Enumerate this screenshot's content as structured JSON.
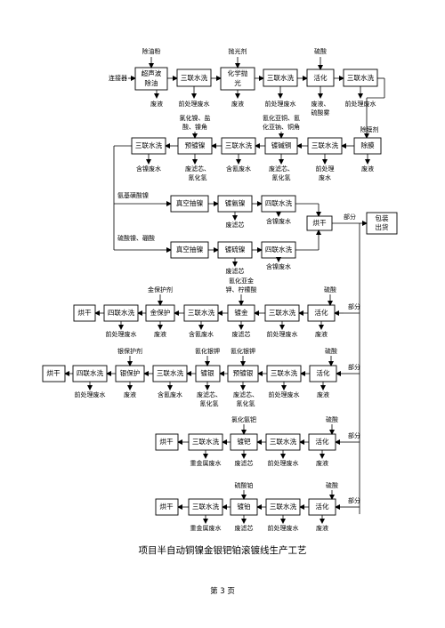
{
  "row1": {
    "start": "连接器",
    "boxes": [
      "超声波",
      "除油",
      "三联水洗",
      "化学抛",
      "光",
      "三联水洗",
      "活化",
      "三联水洗"
    ],
    "inputs": [
      "除油粉",
      "抛光剂",
      "硫酸"
    ],
    "wastes": [
      "废液",
      "前处理废水",
      "废液",
      "前处理废水",
      "废液、",
      "硫酸雾",
      "前处理废水"
    ]
  },
  "row2": {
    "boxes": [
      "三联水洗",
      "预镀镍",
      "三联水洗",
      "镀碱铜",
      "三联水洗",
      "除膜"
    ],
    "inputs": [
      "氯化镍、盐",
      "酸、镍角",
      "氰化亚铜、氰",
      "化亚钠、铜角",
      "除膜剂"
    ],
    "wastes": [
      "含镍废水",
      "废滤芯、",
      "氰化氢",
      "含氰废水",
      "废滤芯、",
      "氰化氢",
      "前处理",
      "废水",
      "废液"
    ]
  },
  "row3": {
    "branch_a": "氨基磺酸镍",
    "branch_b": "硫酸镍、硼酸",
    "boxes": [
      "真空抽镍",
      "镀氨镍",
      "四联水洗",
      "烘干",
      "包装",
      "出货",
      "真空抽镍",
      "镀硫镍",
      "四联水洗"
    ],
    "wastes": [
      "废滤芯",
      "含镍废水",
      "废滤芯",
      "含镍废水"
    ],
    "part": "部分"
  },
  "gold": {
    "boxes": [
      "烘干",
      "四联水洗",
      "金保护",
      "三联水洗",
      "镀金",
      "三联水洗",
      "活化"
    ],
    "inputs": [
      "金保护剂",
      "氰化亚金",
      "钾、柠檬酸",
      "硫酸"
    ],
    "wastes": [
      "前处理废水",
      "废液",
      "含氰废水",
      "废滤芯",
      "前处理废水",
      "废液"
    ],
    "part": "部分"
  },
  "silver": {
    "boxes": [
      "烘干",
      "四联水洗",
      "银保护",
      "三联水洗",
      "镀银",
      "预镀银",
      "三联水洗",
      "活化"
    ],
    "inputs": [
      "银保护剂",
      "氰化银钾",
      "氰化银钾",
      "硫酸"
    ],
    "wastes": [
      "前处理废水",
      "废液",
      "含氰废水",
      "废滤芯、",
      "氰化氢",
      "废滤芯、",
      "氰化氢",
      "前处理废水",
      "废液"
    ],
    "part": "部分"
  },
  "palladium": {
    "boxes": [
      "烘干",
      "三联水洗",
      "镀钯",
      "三联水洗",
      "活化"
    ],
    "inputs": [
      "氯化氨钯",
      "硫酸"
    ],
    "wastes": [
      "重金属废水",
      "废滤芯",
      "前处理废水",
      "废液"
    ],
    "part": "部分"
  },
  "platinum": {
    "boxes": [
      "烘干",
      "三联水洗",
      "镀铂",
      "三联水洗",
      "活化"
    ],
    "inputs": [
      "硫酸铂",
      "硫酸"
    ],
    "wastes": [
      "重金属废水",
      "废滤芯",
      "前处理废水",
      "废液"
    ],
    "part": "部分"
  },
  "caption": "项目半自动铜镍金银钯铂滚镀线生产工艺",
  "page_number": "第 3 页"
}
